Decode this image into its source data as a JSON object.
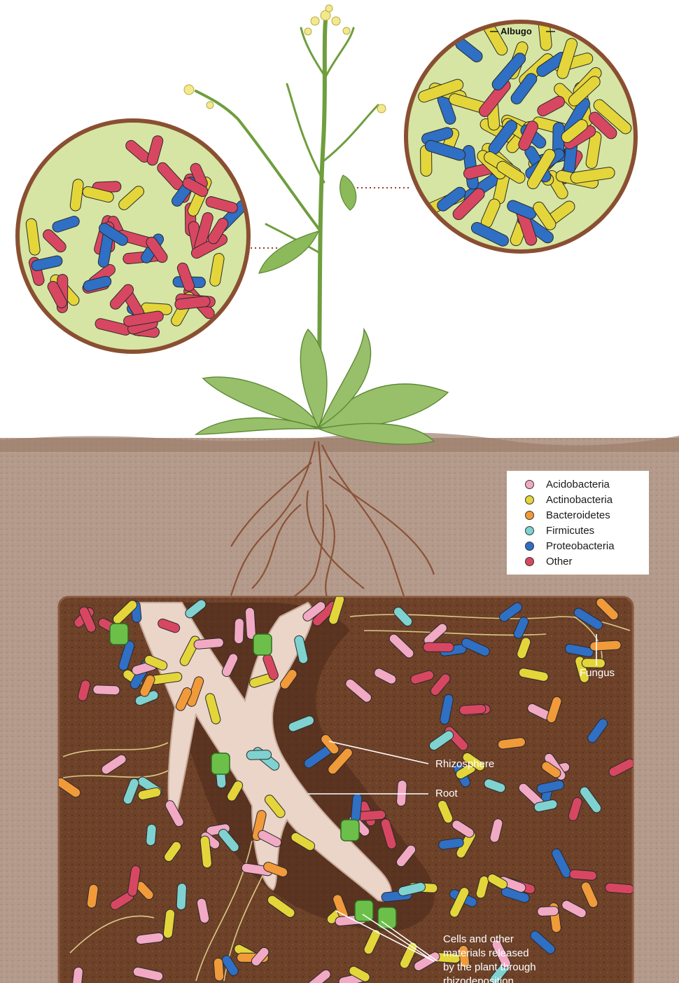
{
  "labels": {
    "albugo": "Albugo",
    "fungus": "Fungus",
    "rhizosphere": "Rhizosphere",
    "root": "Root",
    "rhizodeposition_line1": "Cells and other",
    "rhizodeposition_line2": "materials released",
    "rhizodeposition_line3": "by the plant through",
    "rhizodeposition_line4": "rhizodeposition"
  },
  "legend": {
    "items": [
      {
        "name": "Acidobacteria",
        "color": "#f2a9c4"
      },
      {
        "name": "Actinobacteria",
        "color": "#e4d63a"
      },
      {
        "name": "Bacteroidetes",
        "color": "#f19a3a"
      },
      {
        "name": "Firmicutes",
        "color": "#7fd2cf"
      },
      {
        "name": "Proteobacteria",
        "color": "#2f6fc4"
      },
      {
        "name": "Other",
        "color": "#d84761"
      }
    ]
  },
  "colors": {
    "sky": "#ffffff",
    "soil": "#b59c8e",
    "soil_dark": "#6b3f28",
    "inset_bg": "#d8e6a8",
    "inset_border": "#8a4f32",
    "root": "#e8d3c6",
    "stem": "#7fae4a"
  }
}
